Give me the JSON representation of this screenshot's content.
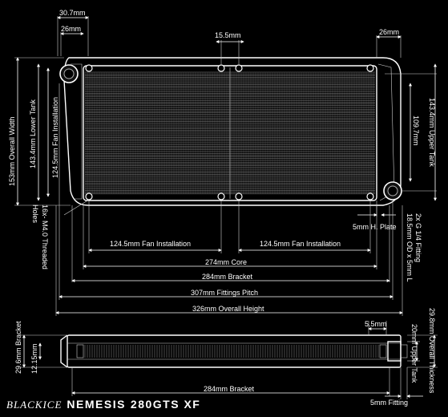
{
  "labels": {
    "top_30_7": "30.7mm",
    "top_26_left": "26mm",
    "top_15_5": "15.5mm",
    "top_26_right": "26mm",
    "left_124_5": "124.5mm Fan Installation",
    "left_143_4": "143.4mm Lower Tank",
    "left_153": "153mm Overall Width",
    "right_109_7": "109.7mm",
    "right_143_4": "143.4mm Upper Tank",
    "h_plate": "5mm H. Plate",
    "fitting_a": "2x G 1/4 Fitting",
    "fitting_b": "18.5mm OD x 5mm L",
    "holes_a": "16x- M4.0 Threaded",
    "holes_b": "Holes",
    "fan_left": "124.5mm Fan Installation",
    "fan_right": "124.5mm Fan Installation",
    "core": "274mm Core",
    "bracket_top": "284mm Bracket",
    "fittings_pitch": "307mm Fittings Pitch",
    "overall_height": "326mm Overall Height",
    "side_bracket": "29.6mm Bracket",
    "side_12_15": "12.15mm",
    "side_5_5": "5.5mm",
    "side_upper_tank": "20mm Upper Tank",
    "side_thickness": "29.8mm Overall Thickness",
    "bracket_bottom": "284mm Bracket",
    "fitting_5mm": "5mm Fitting"
  },
  "brand": {
    "maker": "BLACKICE",
    "product": "NEMESIS",
    "model": "280GTS XF"
  }
}
